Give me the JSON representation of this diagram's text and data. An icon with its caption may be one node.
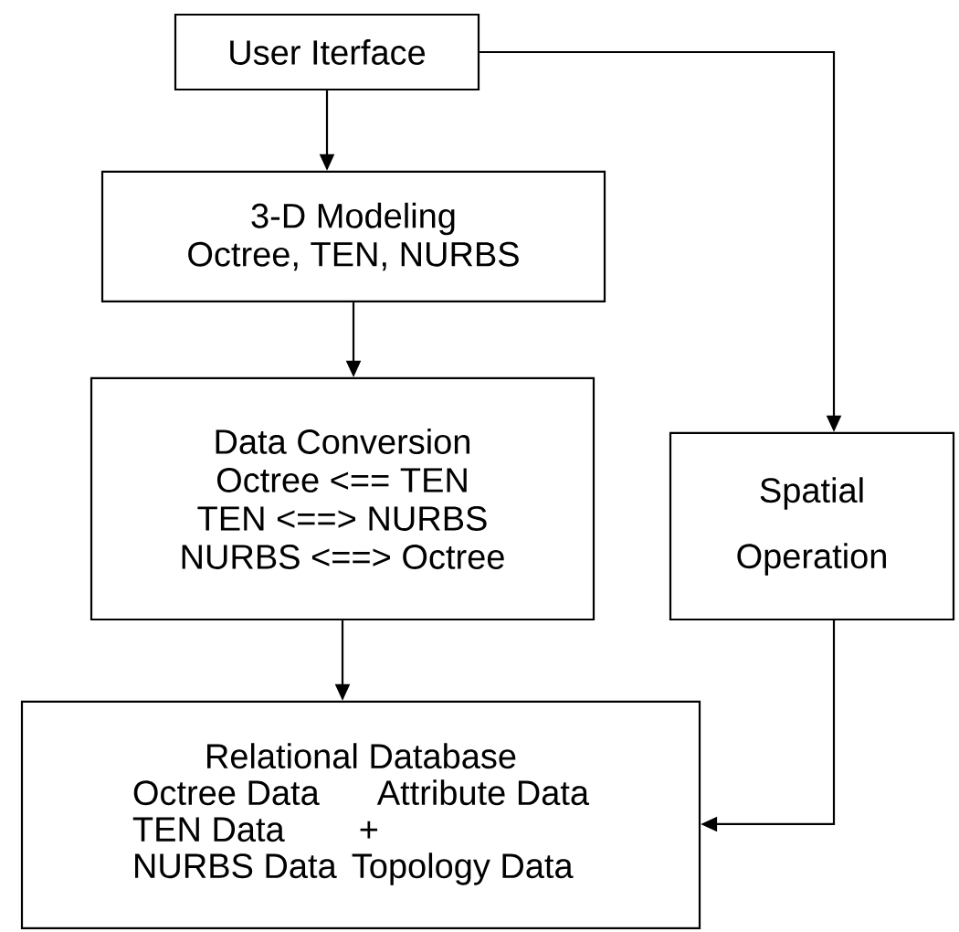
{
  "diagram": {
    "nodes": [
      {
        "text": [
          "User Iterface"
        ]
      },
      {
        "text": [
          "3-D Modeling",
          "Octree, TEN, NURBS"
        ]
      },
      {
        "text": [
          "Data Conversion",
          "Octree <== TEN",
          "TEN <==> NURBS",
          "NURBS <==> Octree"
        ]
      },
      {
        "text": [
          "Spatial",
          "Operation"
        ]
      },
      {
        "text": [
          "Relational Database",
          "Octree Data",
          "Attribute Data",
          "TEN Data",
          "+",
          "NURBS Data",
          "Topology Data"
        ]
      }
    ],
    "edges": [
      {
        "from": 0,
        "to": 1,
        "arrow": "to"
      },
      {
        "from": 1,
        "to": 2,
        "arrow": "to"
      },
      {
        "from": 0,
        "to": 3,
        "arrow": "to"
      },
      {
        "from": 2,
        "to": 4,
        "arrow": "to"
      },
      {
        "from": 3,
        "to": 4,
        "arrow": "to"
      }
    ]
  }
}
